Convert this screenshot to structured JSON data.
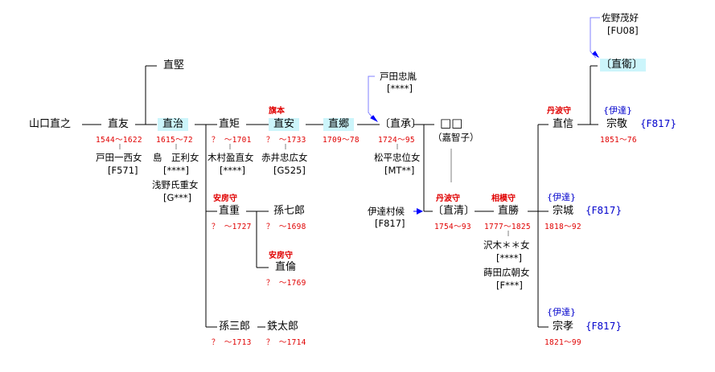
{
  "colors": {
    "line": "#000000",
    "highlight": "#ccf5fb",
    "years": "#e00000",
    "title": "#e00000",
    "adoption_arrow": "#0000ff",
    "adoption_line": "#8080ff",
    "spouse_tick": "#808080",
    "clan_text": "#0000cc"
  },
  "persons": {
    "yamaguchi_naoyuki": {
      "name": "山口直之"
    },
    "naotomo": {
      "name": "直友",
      "years": "1544〜1622",
      "spouse": [
        "戸田一西女"
      ],
      "spouse_code": [
        "[F571]"
      ]
    },
    "naokata": {
      "name": "直堅"
    },
    "naoharu": {
      "name": "直治",
      "years": "1615〜72",
      "spouse": [
        "島　正利女",
        "浅野氏重女"
      ],
      "spouse_code": [
        "[****]",
        "[G***]"
      ]
    },
    "naonori": {
      "name": "直矩",
      "years": "？ 〜1701",
      "spouse": [
        "木村盈直女"
      ],
      "spouse_code": [
        "[****]"
      ]
    },
    "naoyasu": {
      "name": "直安",
      "years": "？ 〜1733",
      "title": "旗本",
      "spouse": [
        "赤井忠広女"
      ],
      "spouse_code": [
        "[G525]"
      ]
    },
    "naosato": {
      "name": "直郷",
      "years": "1709〜78"
    },
    "toda_tadahiro": {
      "name": "戸田忠胤",
      "code": "[****]"
    },
    "naotsugu": {
      "name": "〔直承〕",
      "years": "1724〜95",
      "spouse": [
        "松平忠位女"
      ],
      "spouse_code": [
        "[MT**]"
      ]
    },
    "unknown": {
      "name": "□□",
      "note": "（嘉智子）"
    },
    "naoshige": {
      "name": "直重",
      "years": "？ 〜1727",
      "title": "安房守"
    },
    "magoshichiro": {
      "name": "孫七郎",
      "years": "？ 〜1698"
    },
    "naotomo2": {
      "name": "直倫",
      "years": "？ 〜1769",
      "title": "安房守"
    },
    "magosaburo": {
      "name": "孫三郎",
      "years": "？ 〜1713"
    },
    "tetsutaro": {
      "name": "鉄太郎",
      "years": "？ 〜1714"
    },
    "date_muratoki": {
      "name": "伊達村候",
      "code": "[F817]"
    },
    "naokiyo": {
      "name": "〔直清〕",
      "years": "1754〜93",
      "title": "丹波守"
    },
    "naokatsu": {
      "name": "直勝",
      "years": "1777〜1825",
      "title": "相模守",
      "spouse": [
        "沢木＊＊女",
        "蒔田広朝女"
      ],
      "spouse_code": [
        "[****]",
        "[F***]"
      ]
    },
    "naonobu": {
      "name": "直信",
      "title": "丹波守"
    },
    "sano_shigeyoshi": {
      "name": "佐野茂好",
      "code": "[FU08]"
    },
    "naomori": {
      "name": "〔直衛〕"
    },
    "munetaka": {
      "name": "宗敬",
      "years": "1851〜76",
      "clan": "{伊達}",
      "code": "{F817}"
    },
    "munenari": {
      "name": "宗城",
      "years": "1818〜92",
      "clan": "{伊達}",
      "code": "{F817}"
    },
    "munetada": {
      "name": "宗孝",
      "years": "1821〜99",
      "clan": "{伊達}",
      "code": "{F817}"
    }
  }
}
